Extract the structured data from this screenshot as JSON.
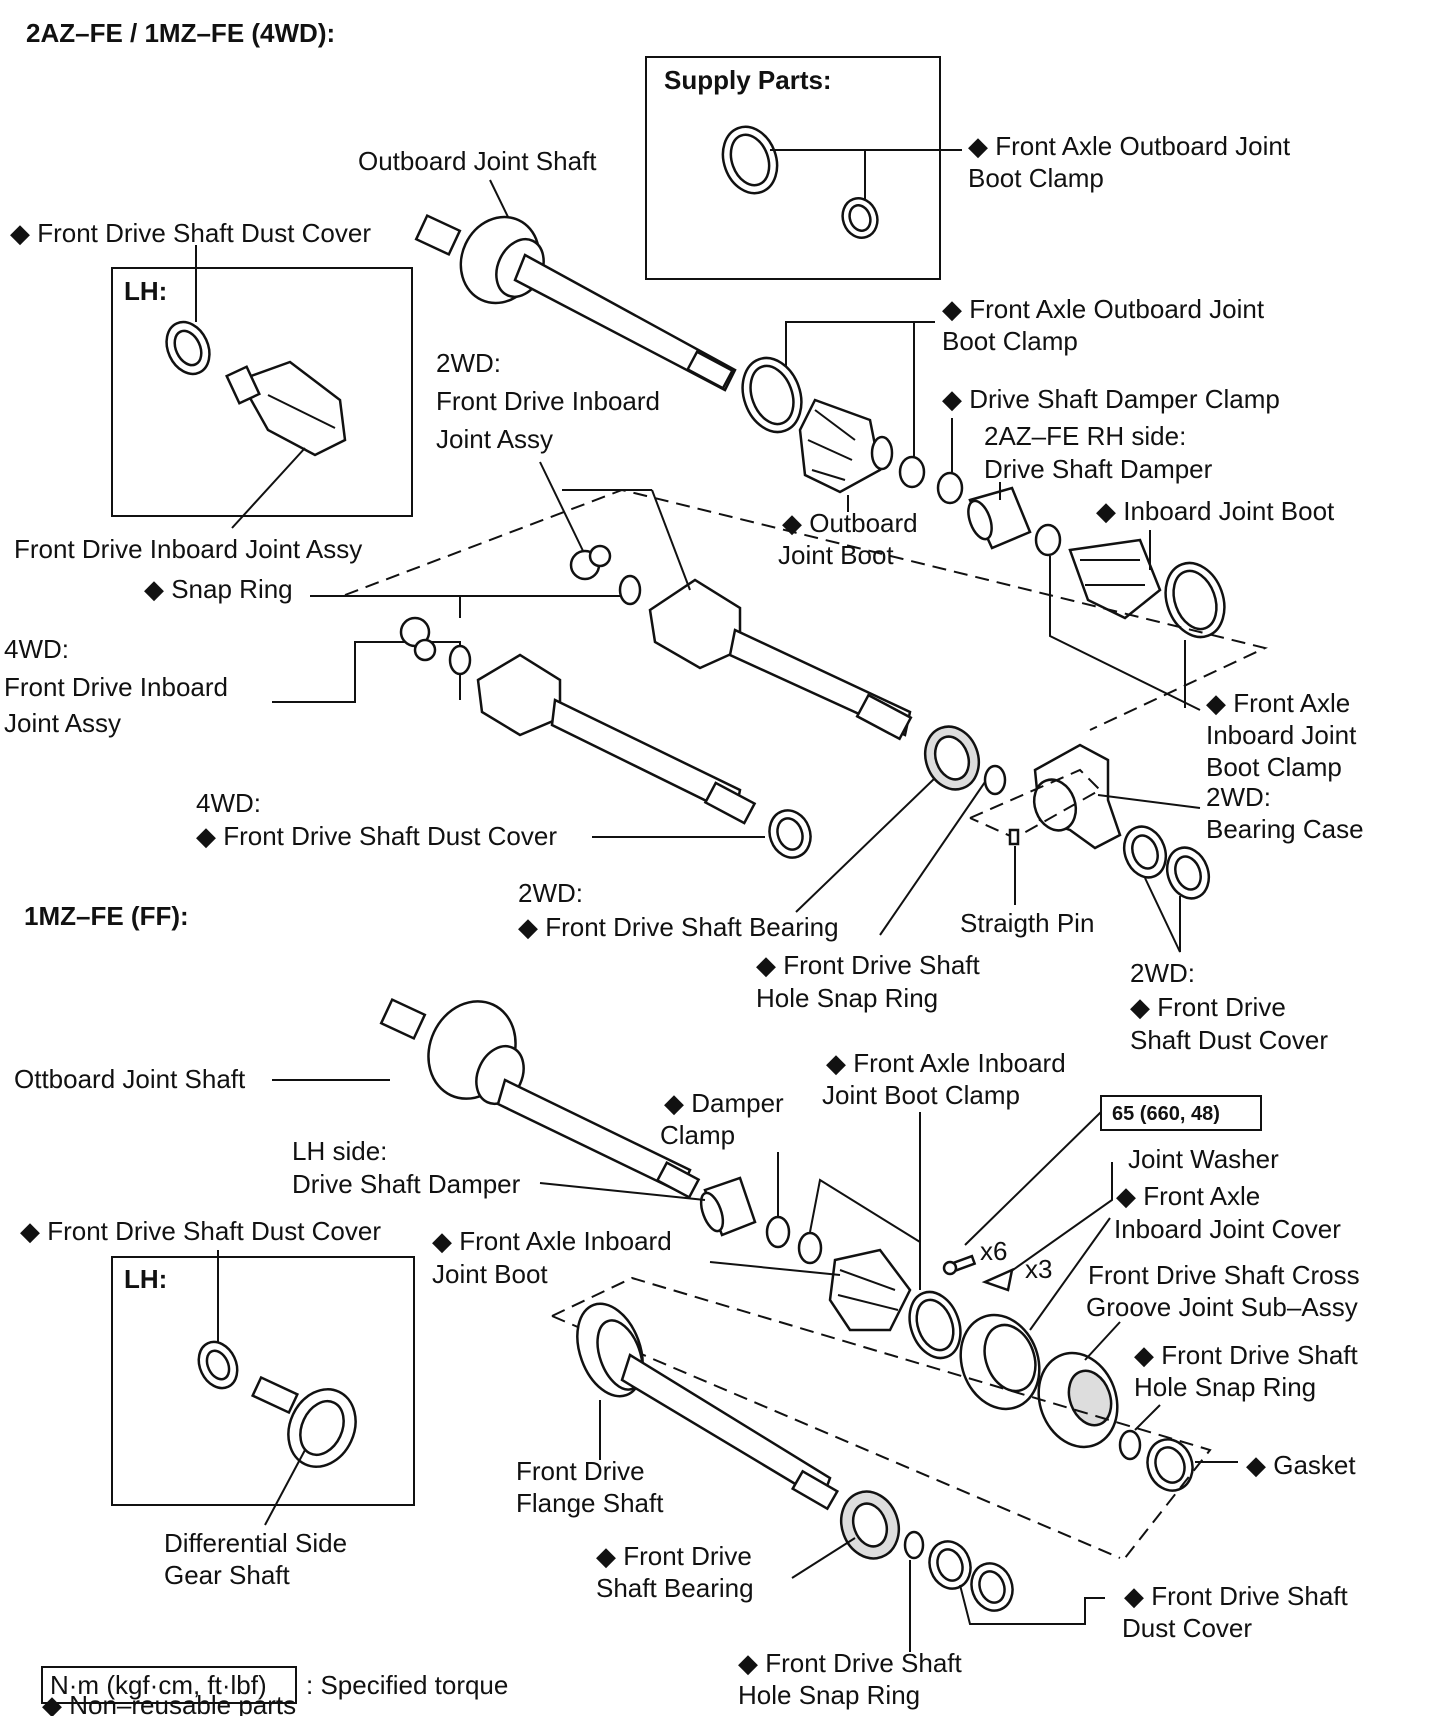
{
  "headers": {
    "top": "2AZ–FE / 1MZ–FE (4WD):",
    "bottom": "1MZ–FE (FF):",
    "supply": "Supply Parts:",
    "lh1": "LH:",
    "lh2": "LH:"
  },
  "top_labels": {
    "supply_clamp": [
      "◆ Front Axle Outboard Joint",
      "Boot Clamp"
    ],
    "outboard_joint_shaft": "Outboard Joint Shaft",
    "dust_cover_lh": "◆ Front Drive Shaft Dust Cover",
    "twowd_inboard": [
      "2WD:",
      "Front Drive Inboard",
      "Joint Assy"
    ],
    "outboard_boot_clamp": [
      "◆ Front Axle Outboard Joint",
      "Boot Clamp"
    ],
    "damper_clamp": "◆ Drive Shaft Damper Clamp",
    "rh_damper": [
      "2AZ–FE RH side:",
      "Drive Shaft Damper"
    ],
    "outboard_boot": [
      "◆ Outboard",
      "Joint Boot"
    ],
    "inboard_boot": "◆ Inboard Joint Boot",
    "inboard_assy_lh": "Front Drive Inboard Joint Assy",
    "snap_ring": "◆ Snap Ring",
    "fourwd_inboard": [
      "4WD:",
      "Front Drive Inboard",
      "Joint Assy"
    ],
    "inboard_boot_clamp": [
      "◆  Front  Axle",
      "Inboard  Joint",
      "Boot Clamp"
    ],
    "bearing_case": [
      "2WD:",
      "Bearing Case"
    ],
    "fourwd_dust": [
      "4WD:",
      "◆ Front Drive Shaft Dust Cover"
    ],
    "twowd_bearing": [
      "2WD:",
      "◆ Front Drive Shaft Bearing"
    ],
    "straight_pin": "Straigth Pin",
    "hole_snap": [
      "◆ Front Drive Shaft",
      "Hole Snap Ring"
    ],
    "twowd_dust": [
      "2WD:",
      "◆ Front Drive",
      "Shaft Dust Cover"
    ]
  },
  "bottom_labels": {
    "ottboard": "Ottboard Joint Shaft",
    "inboard_clamp": [
      "◆ Front Axle Inboard",
      "Joint Boot Clamp"
    ],
    "damper_clamp": [
      "◆ Damper",
      "Clamp"
    ],
    "torque": "65 (660, 48)",
    "joint_washer": "Joint Washer",
    "lh_damper": [
      "LH side:",
      "Drive Shaft Damper"
    ],
    "inboard_cover": [
      "◆ Front Axle",
      "Inboard Joint Cover"
    ],
    "dust_cover_lh": "◆ Front Drive Shaft Dust Cover",
    "inboard_boot": [
      "◆ Front Axle Inboard",
      "Joint Boot"
    ],
    "x6": "x6",
    "x3": "x3",
    "cross_groove": [
      "Front Drive Shaft Cross",
      "Groove Joint Sub–Assy"
    ],
    "hole_snap_r": [
      "◆ Front Drive Shaft",
      "Hole Snap Ring"
    ],
    "flange_shaft": [
      "Front Drive",
      "Flange Shaft"
    ],
    "gasket": "◆ Gasket",
    "diff_gear": [
      "Differential Side",
      "Gear Shaft"
    ],
    "bearing": [
      "◆ Front Drive",
      "Shaft Bearing"
    ],
    "dust_cover_r": [
      "◆ Front Drive Shaft",
      "Dust Cover"
    ],
    "hole_snap_b": [
      "◆ Front Drive Shaft",
      "Hole Snap Ring"
    ]
  },
  "legend": {
    "torque_unit": "N·m (kgf·cm, ft·lbf)",
    "torque_text": ": Specified torque",
    "nonreusable": "◆ Non–reusable parts"
  }
}
